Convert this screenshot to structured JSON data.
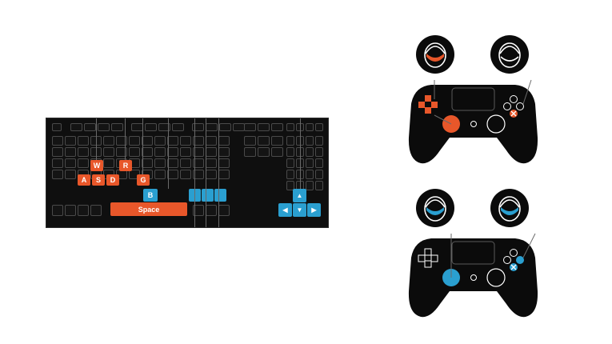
{
  "keyboard": {
    "keys": {
      "w": "W",
      "r": "R",
      "a": "A",
      "s": "S",
      "d": "D",
      "g": "G",
      "b": "B",
      "space": "Space"
    }
  },
  "colors": {
    "orange": "#e8572a",
    "blue": "#2a9fd0",
    "keyboard_bg": "#0f0f0f",
    "key_border": "#4a4a4a",
    "controller_body": "#0b0b0b",
    "guide_line": "#6a6a6a"
  },
  "controllers": [
    {
      "name": "controller-orange",
      "highlight": "orange"
    },
    {
      "name": "controller-blue",
      "highlight": "blue"
    }
  ],
  "icons": [
    "left-stick-icon",
    "right-stick-icon",
    "dpad-icon",
    "cross-button-icon",
    "circle-button-icon",
    "arrow-up-icon",
    "arrow-left-icon",
    "arrow-down-icon",
    "arrow-right-icon"
  ]
}
